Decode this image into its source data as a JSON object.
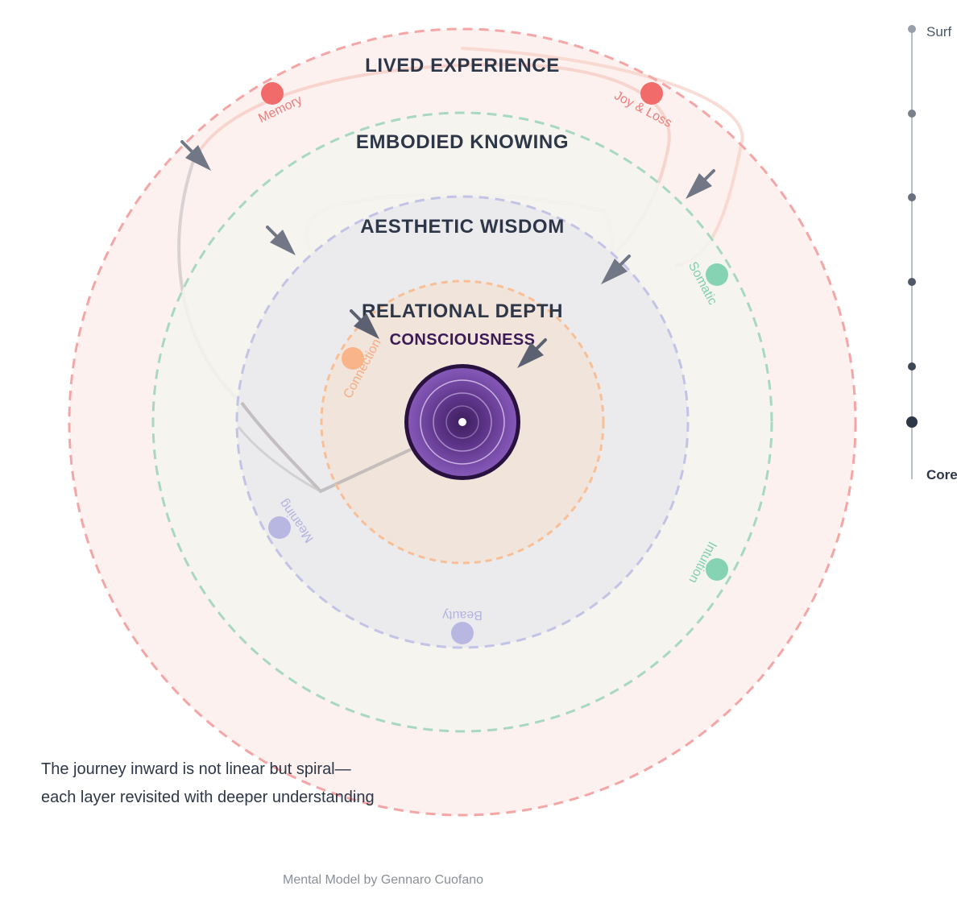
{
  "layers": [
    {
      "id": "lived",
      "title": "LIVED EXPERIENCE",
      "color": "#f4a6a6",
      "fill": "#fdf1ef"
    },
    {
      "id": "embodied",
      "title": "EMBODIED KNOWING",
      "color": "#a8d8bf",
      "fill": "#f3f5ee"
    },
    {
      "id": "aesthetic",
      "title": "AESTHETIC WISDOM",
      "color": "#c3c3e6",
      "fill": "#eaeaed"
    },
    {
      "id": "relational",
      "title": "RELATIONAL DEPTH",
      "color": "#f8bf96",
      "fill": "#f2e3d8"
    }
  ],
  "core": {
    "title": "CONSCIOUSNESS",
    "color": "#7b4fa6"
  },
  "elements": [
    {
      "id": "memory",
      "label": "Memory",
      "color": "#f26b6b"
    },
    {
      "id": "joy-loss",
      "label": "Joy & Loss",
      "color": "#f26b6b"
    },
    {
      "id": "somatic",
      "label": "Somatic",
      "color": "#86d3b4"
    },
    {
      "id": "intuition",
      "label": "Intuition",
      "color": "#86d3b4"
    },
    {
      "id": "meaning",
      "label": "Meaning",
      "color": "#b7b7e2"
    },
    {
      "id": "beauty",
      "label": "Beauty",
      "color": "#b7b7e2"
    },
    {
      "id": "connection",
      "label": "Connection",
      "color": "#f9b48a"
    }
  ],
  "depth_scale": {
    "top_label": "Surf",
    "bottom_label": "Core"
  },
  "caption": {
    "line1": "The journey inward is not linear but spiral—",
    "line2": "each layer revisited with deeper understanding"
  },
  "footer": "Mental Model by Gennaro Cuofano"
}
